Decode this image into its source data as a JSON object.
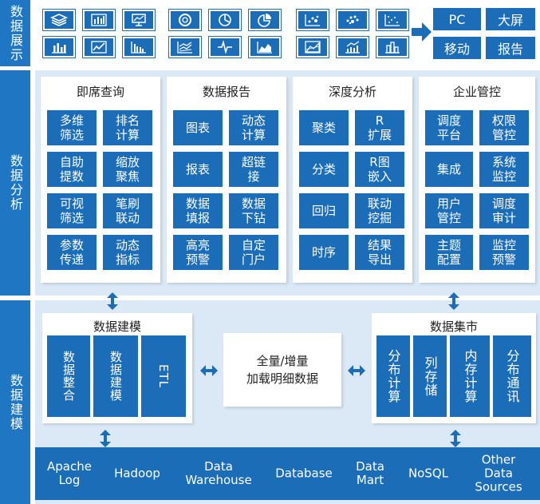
{
  "side": {
    "display": "数据展示",
    "analysis": "数据分析",
    "modeling": "数据建模"
  },
  "display": {
    "chart_icons": [
      "layers-icon",
      "bar-chart-icon",
      "presentation-chart-icon",
      "donut-chart-icon",
      "pie-chart-icon",
      "pie-slice-icon",
      "scatter-dot-icon",
      "scatter-cluster-icon",
      "scatter-grid-icon",
      "column-chart-icon",
      "line-trend-icon",
      "grouped-bar-icon",
      "stacked-line-icon",
      "wave-line-icon",
      "area-chart-icon",
      "area-grid-icon",
      "line-column-icon",
      "bar-outline-icon"
    ],
    "outputs": [
      "PC",
      "大屏",
      "移动",
      "报告"
    ]
  },
  "analysis": {
    "panels": [
      {
        "title": "即席查询",
        "cells": [
          "多维\n筛选",
          "排名\n计算",
          "自助\n提数",
          "缩放\n聚焦",
          "可视\n筛选",
          "笔刷\n联动",
          "参数\n传递",
          "动态\n指标"
        ]
      },
      {
        "title": "数据报告",
        "cells": [
          "图表",
          "动态\n计算",
          "报表",
          "超链\n接",
          "数据\n填报",
          "数据\n下钻",
          "高亮\n预警",
          "自定\n门户"
        ]
      },
      {
        "title": "深度分析",
        "cells": [
          "聚类",
          "R\n扩展",
          "分类",
          "R图\n嵌入",
          "回归",
          "联动\n挖掘",
          "时序",
          "结果\n导出"
        ]
      },
      {
        "title": "企业管控",
        "cells": [
          "调度\n平台",
          "权限\n管控",
          "集成",
          "系统\n监控",
          "用户\n管控",
          "调度\n审计",
          "主题\n配置",
          "监控\n预警"
        ]
      }
    ]
  },
  "modeling": {
    "left": {
      "title": "数据建模",
      "cells": [
        "数据整合",
        "数据建模",
        "ETL"
      ]
    },
    "center": {
      "line1": "全量/增量",
      "line2": "加载明细数据"
    },
    "right": {
      "title": "数据集市",
      "cells": [
        "分布计算",
        "列存储",
        "内存计算",
        "分布通讯"
      ]
    }
  },
  "sources": [
    "Apache\nLog",
    "Hadoop",
    "Data\nWarehouse",
    "Database",
    "Data\nMart",
    "NoSQL",
    "Other\nData\nSources"
  ],
  "colors": {
    "primary": "#1c6db8",
    "side": "#1f77c4",
    "panel_bg": "#dbe8f5"
  }
}
